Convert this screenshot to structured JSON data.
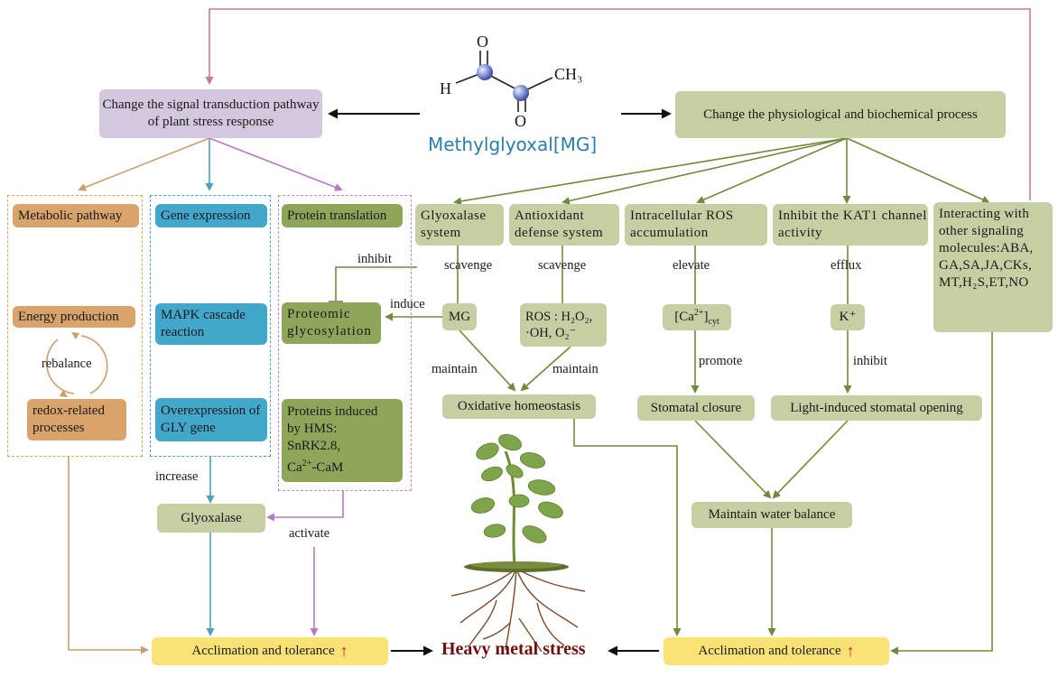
{
  "center": {
    "molecule_name": "Methylglyoxal[MG]",
    "atom_h": "H",
    "atom_o_top": "O",
    "atom_o_bottom": "O",
    "group_ch3": "CH₃"
  },
  "left_top": {
    "text": "Change the signal transduction pathway of plant stress response"
  },
  "right_top": {
    "text": "Change the physiological and biochemical process"
  },
  "columns": {
    "metabolic": {
      "header": "Metabolic pathway",
      "energy": "Energy production",
      "cycle_label": "rebalance",
      "redox": "redox-related processes"
    },
    "gene": {
      "header": "Gene expression",
      "mapk": "MAPK cascade reaction",
      "overexpression": "Overexpression of GLY gene"
    },
    "protein": {
      "header": "Protein translation",
      "glycosylation": "Proteomic glycosylation",
      "induced_l1": "Proteins induced",
      "induced_l2": "by HMS:",
      "induced_l3": "SnRK2.8,",
      "induced_l4a": "Ca",
      "induced_l4sup": "2+",
      "induced_l4b": "-CaM"
    }
  },
  "mechanisms": {
    "glyoxalase_system": "Glyoxalase system",
    "antioxidant": "Antioxidant defense system",
    "ros_accum": "Intracellular ROS accumulation",
    "kat1": "Inhibit the KAT1 channel activity",
    "signaling": "Interacting with other signaling molecules:ABA, GA,SA,JA,CKs, MT,H₂S,ET,NO"
  },
  "nodes": {
    "mg": "MG",
    "ros_l1": "ROS : H₂O₂,",
    "ros_l2": "·OH, O₂⁻",
    "ca_a": "[Ca",
    "ca_sup": "2+",
    "ca_b": "]",
    "ca_sub": "cyt",
    "k": "K⁺",
    "oxidative": "Oxidative homeostasis",
    "stomatal_closure": "Stomatal closure",
    "light_opening": "Light-induced stomatal opening",
    "water_balance": "Maintain water balance",
    "glyoxalase": "Glyoxalase",
    "acclimation_left": "Acclimation and tolerance",
    "acclimation_right": "Acclimation and tolerance",
    "up_arrow": "↑",
    "heavy_metal": "Heavy metal stress"
  },
  "edge_labels": {
    "inhibit_top": "inhibit",
    "induce": "induce",
    "scavenge_1": "scavenge",
    "scavenge_2": "scavenge",
    "elevate": "elevate",
    "efflux": "efflux",
    "maintain_1": "maintain",
    "maintain_2": "maintain",
    "promote": "promote",
    "inhibit_k": "inhibit",
    "increase": "increase",
    "activate": "activate"
  },
  "colors": {
    "olive_box": "#c5cfa3",
    "olive_dark_box": "#8fa65a",
    "purple_box": "#d3c8de",
    "orange_box": "#d9a46b",
    "blue_box": "#43a7cc",
    "yellow_box": "#fbe275",
    "olive_line": "#6f8a3a",
    "pink_line": "#c87a8e",
    "tan_line": "#c9a06a",
    "teal_line": "#4ba1b8",
    "violet_line": "#b77ac4",
    "title_blue": "#2c7fa6",
    "heavy_metal": "#6e0f0f"
  }
}
